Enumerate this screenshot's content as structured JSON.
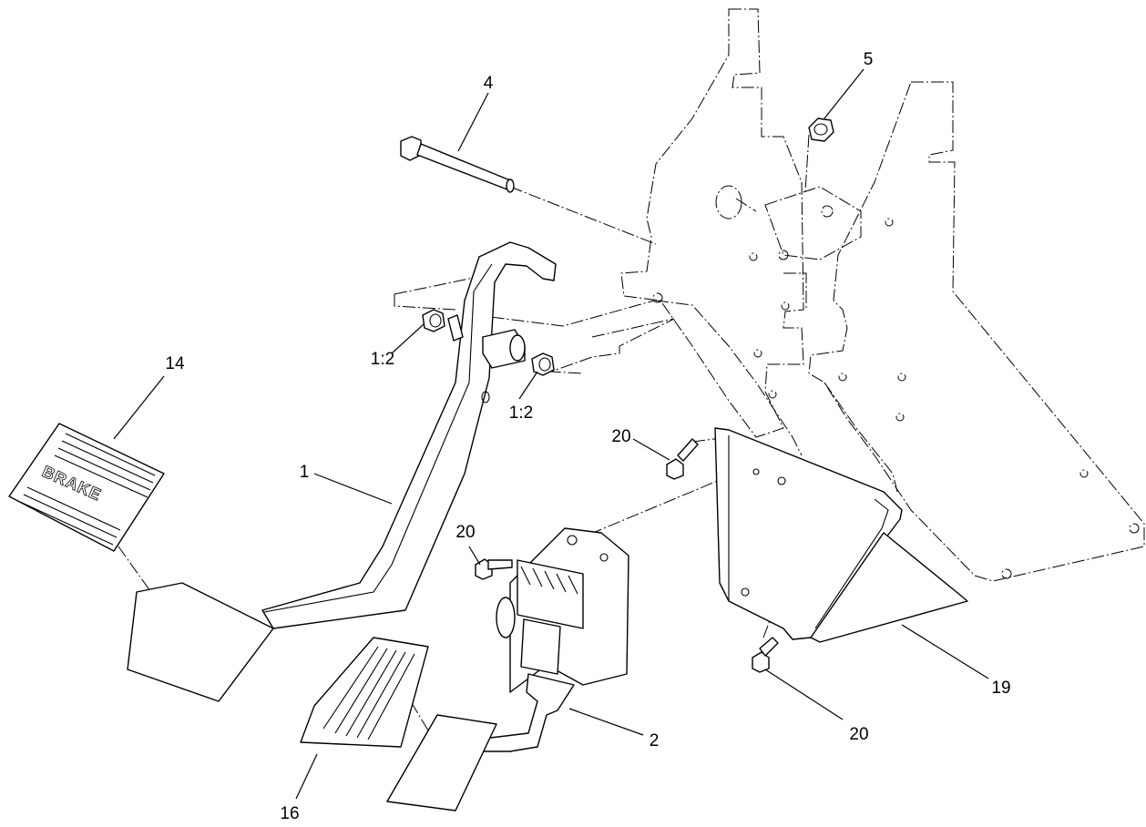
{
  "diagram": {
    "callouts": [
      {
        "id": "c-4",
        "label": "4"
      },
      {
        "id": "c-5",
        "label": "5"
      },
      {
        "id": "c-14",
        "label": "14"
      },
      {
        "id": "c-1a",
        "label": "1:2"
      },
      {
        "id": "c-1b",
        "label": "1:2"
      },
      {
        "id": "c-1",
        "label": "1"
      },
      {
        "id": "c-20a",
        "label": "20"
      },
      {
        "id": "c-20b",
        "label": "20"
      },
      {
        "id": "c-20c",
        "label": "20"
      },
      {
        "id": "c-19",
        "label": "19"
      },
      {
        "id": "c-2",
        "label": "2"
      },
      {
        "id": "c-16",
        "label": "16"
      }
    ],
    "pad_text": "BRAKE"
  }
}
